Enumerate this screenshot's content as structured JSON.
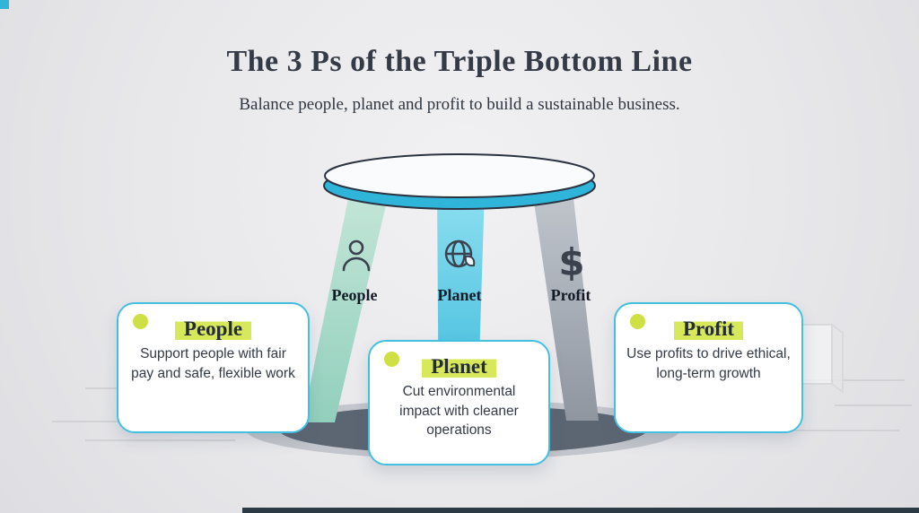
{
  "header": {
    "title": "The 3 Ps of the Triple Bottom Line",
    "subtitle": "Balance people, planet and profit to build a sustainable business."
  },
  "stool": {
    "dollar_glyph": "$",
    "legs": [
      {
        "label": "People",
        "icon": "person-icon"
      },
      {
        "label": "Planet",
        "icon": "globe-leaf-icon"
      },
      {
        "label": "Profit",
        "icon": "dollar-icon"
      }
    ]
  },
  "cards": [
    {
      "title": "People",
      "body": "Support people with fair pay and safe, flexible work"
    },
    {
      "title": "Planet",
      "body": "Cut environmental impact with cleaner operations"
    },
    {
      "title": "Profit",
      "body": "Use profits to drive ethical, long-term growth"
    }
  ],
  "colors": {
    "accent_cyan": "#2fb5da",
    "highlight_green": "#d7e85a",
    "dot_green": "#cfe045",
    "leg_mint": "#a9d9c8",
    "leg_gray": "#9aa1ab",
    "text_dark": "#2f3640",
    "shadow": "#5c6572",
    "background": "#e9e9eb"
  }
}
